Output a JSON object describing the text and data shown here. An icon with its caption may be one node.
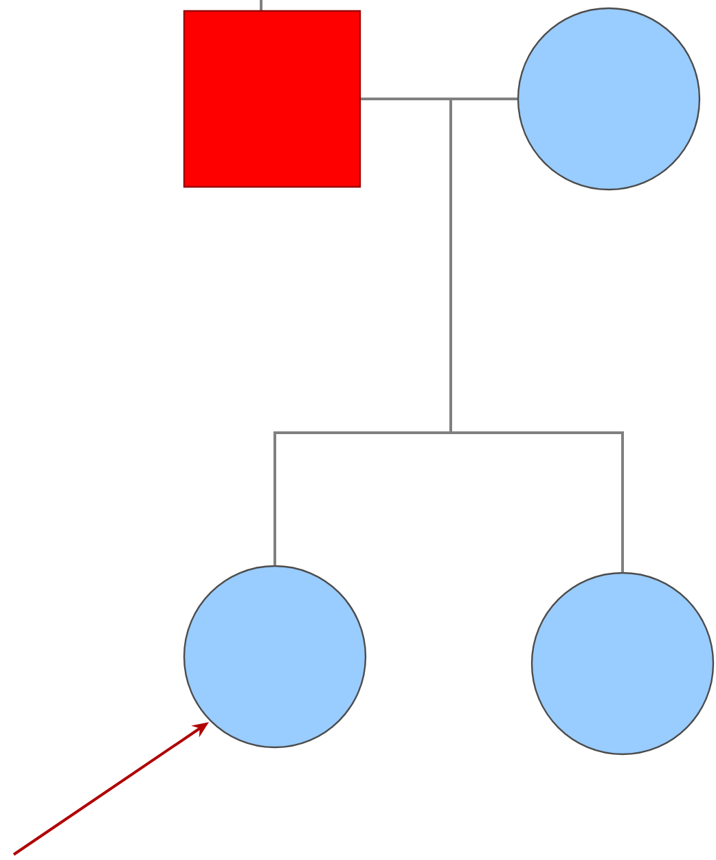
{
  "diagram": {
    "nodes": [
      {
        "text": [],
        "shape": "box"
      },
      {
        "text": [],
        "shape": "circle"
      },
      {
        "text": [],
        "shape": "circle"
      },
      {
        "text": [],
        "shape": "circle"
      }
    ],
    "edges": [
      {
        "from": 0,
        "to": 1,
        "arrow": "none"
      },
      {
        "from": 0,
        "to": 2,
        "arrow": "none"
      },
      {
        "from": 0,
        "to": 3,
        "arrow": "none"
      },
      {
        "from": 1,
        "to": 2,
        "arrow": "none"
      },
      {
        "from": 1,
        "to": 3,
        "arrow": "none"
      },
      {
        "from": null,
        "to": 2,
        "arrow": "to",
        "color": "#b00000"
      }
    ]
  }
}
